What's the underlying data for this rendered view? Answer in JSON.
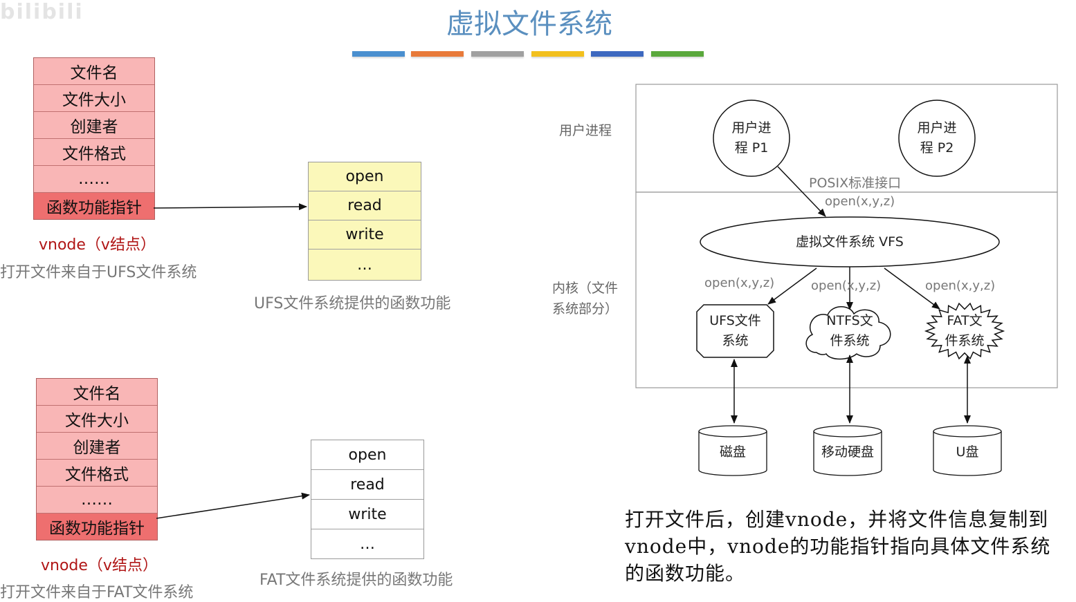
{
  "watermark": "bilibili",
  "title": "虚拟文件系统",
  "colors": {
    "title": "#5a8fbf",
    "bars": [
      "#4a8fcf",
      "#e87a3a",
      "#a0a0a0",
      "#f2c01e",
      "#3d68bf",
      "#5aa83c"
    ],
    "vnode_row": "#f9b6b6",
    "vnode_ptr": "#ee6f6f",
    "ufs_func_bg": "#fbf8ba",
    "fat_func_bg": "#ffffff"
  },
  "ufs": {
    "vnode_rows": [
      "文件名",
      "文件大小",
      "创建者",
      "文件格式",
      "……",
      "函数功能指针"
    ],
    "vnode_label": "vnode（v结点）",
    "caption": "打开文件来自于UFS文件系统",
    "funcs": [
      "open",
      "read",
      "write",
      "…"
    ],
    "funcs_caption": "UFS文件系统提供的函数功能"
  },
  "fat": {
    "vnode_rows": [
      "文件名",
      "文件大小",
      "创建者",
      "文件格式",
      "……",
      "函数功能指针"
    ],
    "vnode_label": "vnode（v结点）",
    "caption": "打开文件来自于FAT文件系统",
    "funcs": [
      "open",
      "read",
      "write",
      "…"
    ],
    "funcs_caption": "FAT文件系统提供的函数功能"
  },
  "diagram": {
    "user_layer_label": "用户进程",
    "kernel_layer_label": [
      "内核（文件",
      "系统部分）"
    ],
    "process1": [
      "用户进",
      "程 P1"
    ],
    "process2": [
      "用户进",
      "程 P2"
    ],
    "posix": "POSIX标准接口",
    "open_call": "open(x,y,z)",
    "vfs": "虚拟文件系统 VFS",
    "fs_calls": [
      "open(x,y,z)",
      "open(x,y,z)",
      "open(x,y,z)"
    ],
    "ufs_fs": [
      "UFS文件",
      "系统"
    ],
    "ntfs_fs": [
      "NTFS文",
      "件系统"
    ],
    "fat_fs": [
      "FAT文",
      "件系统"
    ],
    "devices": [
      "磁盘",
      "移动硬盘",
      "U盘"
    ]
  },
  "paragraph": "打开文件后，创建vnode，并将文件信息复制到vnode中，vnode的功能指针指向具体文件系统的函数功能。"
}
